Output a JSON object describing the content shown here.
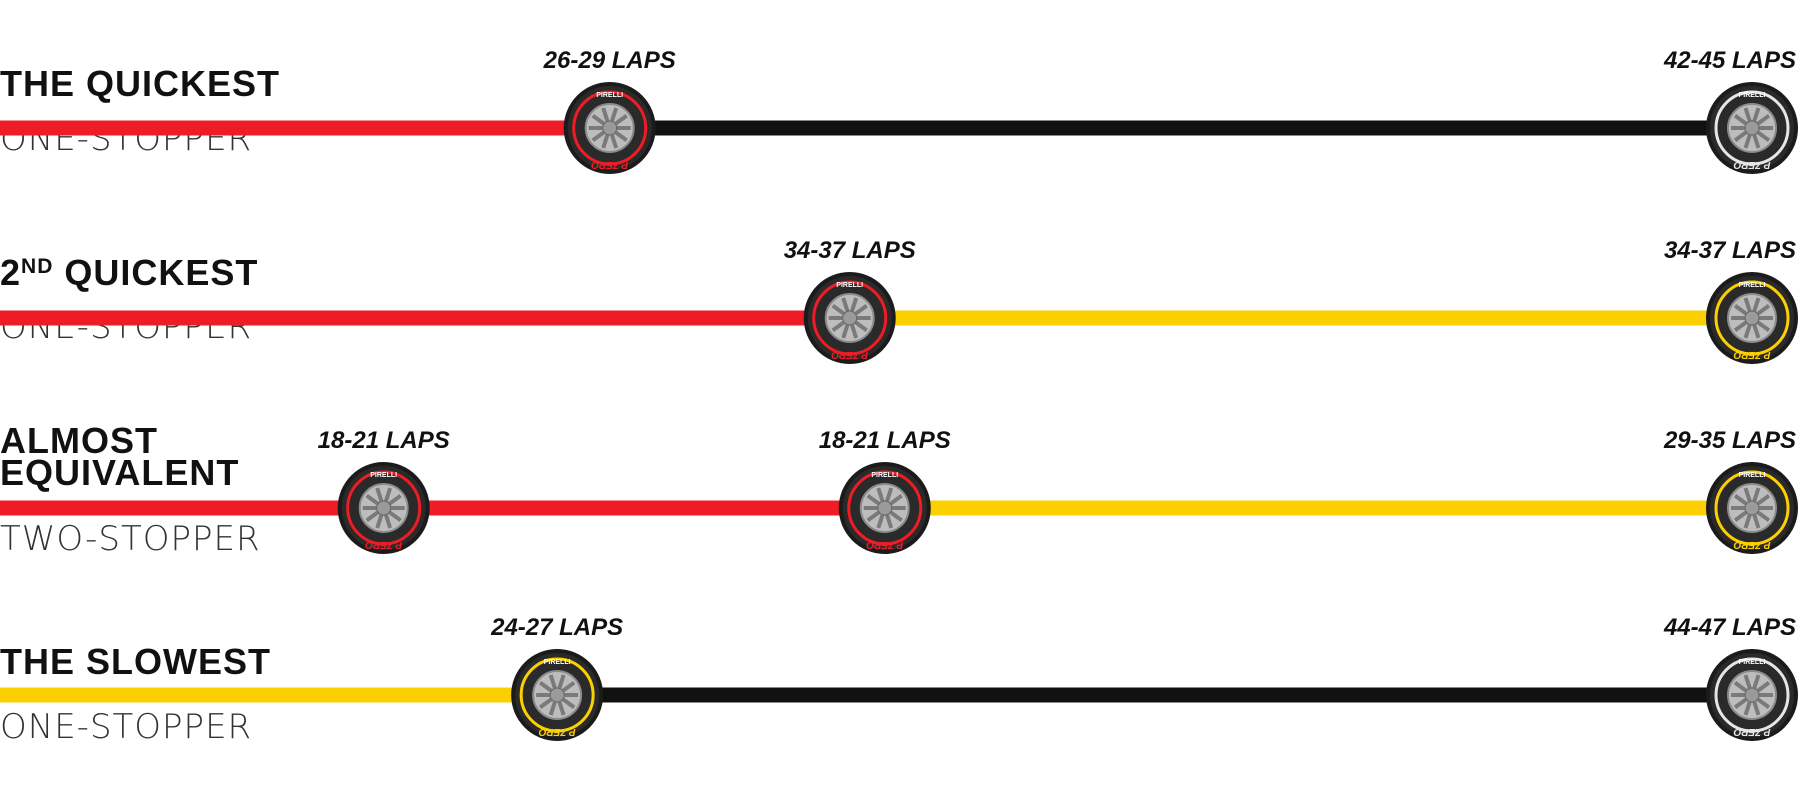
{
  "colors": {
    "soft": "#ee1c25",
    "medium": "#fcd000",
    "hard": "#111111",
    "hard_ring": "#e6e6e6"
  },
  "strategies": [
    {
      "title": "THE QUICKEST",
      "subtitle": "ONE-STOPPER",
      "stints": [
        {
          "compound": "soft",
          "laps": "26-29 LAPS",
          "end_fraction": 0.348
        },
        {
          "compound": "hard",
          "laps": "42-45 LAPS",
          "end_fraction": 1.0
        }
      ]
    },
    {
      "title_main": "2",
      "title_sup": "ND",
      "title_rest": " QUICKEST",
      "subtitle": "ONE-STOPPER",
      "stints": [
        {
          "compound": "soft",
          "laps": "34-37 LAPS",
          "end_fraction": 0.485
        },
        {
          "compound": "medium",
          "laps": "34-37 LAPS",
          "end_fraction": 1.0
        }
      ]
    },
    {
      "title_lines": [
        "ALMOST",
        "EQUIVALENT"
      ],
      "subtitle": "TWO-STOPPER",
      "stints": [
        {
          "compound": "soft",
          "laps": "18-21 LAPS",
          "end_fraction": 0.219
        },
        {
          "compound": "soft",
          "laps": "18-21 LAPS",
          "end_fraction": 0.505
        },
        {
          "compound": "medium",
          "laps": "29-35 LAPS",
          "end_fraction": 1.0
        }
      ]
    },
    {
      "title": "THE SLOWEST",
      "subtitle": "ONE-STOPPER",
      "stints": [
        {
          "compound": "medium",
          "laps": "24-27 LAPS",
          "end_fraction": 0.318
        },
        {
          "compound": "hard",
          "laps": "44-47 LAPS",
          "end_fraction": 1.0
        }
      ]
    }
  ],
  "tyre": {
    "brand": "PIRELLI",
    "model": "P ZERO"
  }
}
